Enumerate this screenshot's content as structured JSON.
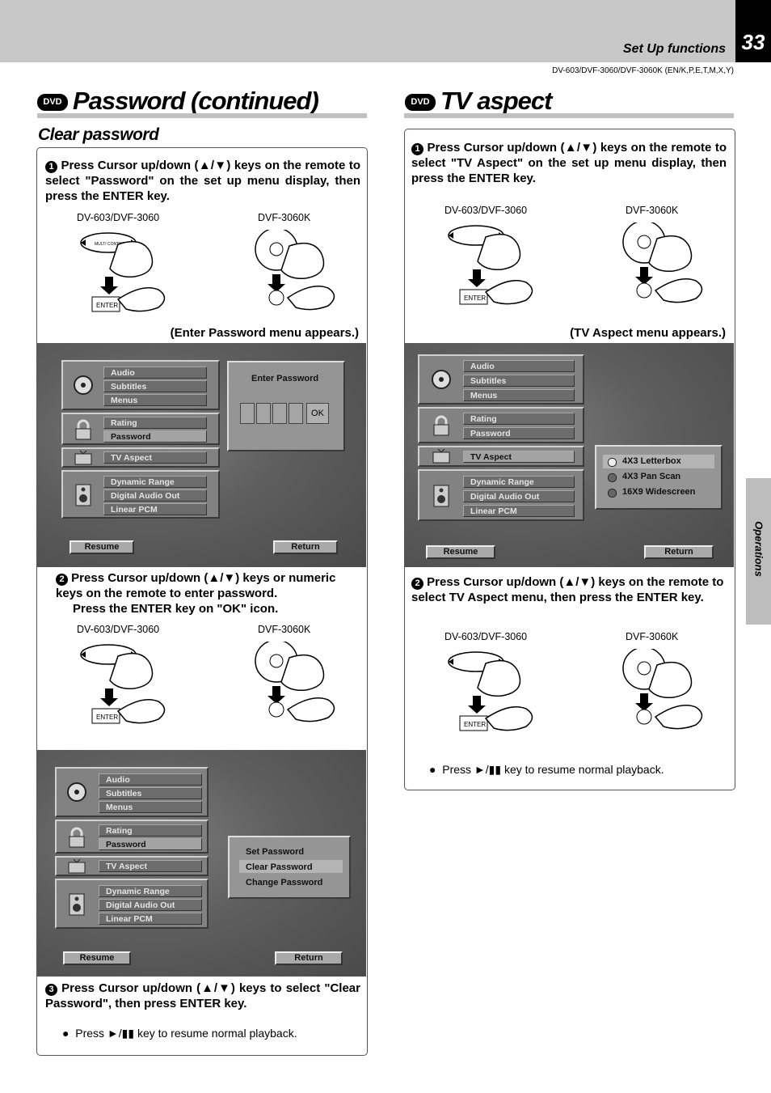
{
  "header": {
    "page_number": "33",
    "section_title": "Set Up functions",
    "models": "DV-603/DVF-3060/DVF-3060K (EN/K,P,E,T,M,X,Y)"
  },
  "sidebar": {
    "label": "Operations"
  },
  "badge": "DVD",
  "left": {
    "title": "Password (continued)",
    "subtitle": "Clear password",
    "step1": {
      "num": "1",
      "text": "Press Cursor up/down (▲/▼) keys on the remote to select \"Password\" on the set up menu display, then press the ENTER key."
    },
    "step1_models": [
      "DV-603/DVF-3060",
      "DVF-3060K"
    ],
    "step1_note": "(Enter Password menu appears.)",
    "step2": {
      "num": "2",
      "line1": "Press Cursor up/down (▲/▼) keys or numeric keys on the remote to enter password.",
      "line2": "Press the ENTER key on \"OK\" icon."
    },
    "step2_models": [
      "DV-603/DVF-3060",
      "DVF-3060K"
    ],
    "step3": {
      "num": "3",
      "text": "Press Cursor up/down (▲/▼) keys to select \"Clear Password\", then press ENTER key."
    },
    "bullet": "Press ►/▮▮ key to resume normal playback."
  },
  "right": {
    "title": "TV aspect",
    "step1": {
      "num": "1",
      "text": "Press Cursor up/down (▲/▼) keys on the remote to select \"TV Aspect\" on the set up menu display, then press the ENTER key."
    },
    "step1_models": [
      "DV-603/DVF-3060",
      "DVF-3060K"
    ],
    "step1_note": "(TV Aspect menu appears.)",
    "step2": {
      "num": "2",
      "text": "Press Cursor up/down (▲/▼) keys on the remote to select TV Aspect menu, then press the ENTER key."
    },
    "step2_models": [
      "DV-603/DVF-3060",
      "DVF-3060K"
    ],
    "bullet": "Press ►/▮▮ key to resume normal playback."
  },
  "menu": {
    "audio": "Audio",
    "subtitles": "Subtitles",
    "menus": "Menus",
    "rating": "Rating",
    "password": "Password",
    "tv_aspect": "TV Aspect",
    "dynamic_range": "Dynamic Range",
    "digital_audio_out": "Digital Audio Out",
    "linear_pcm": "Linear PCM",
    "resume": "Resume",
    "return": "Return"
  },
  "enter_password": {
    "title": "Enter Password",
    "ok": "OK"
  },
  "password_options": [
    "Set Password",
    "Clear Password",
    "Change Password"
  ],
  "tv_options": [
    "4X3 Letterbox",
    "4X3 Pan Scan",
    "16X9 Widescreen"
  ],
  "remote": {
    "enter_label": "ENTER",
    "multi_control": "MULTI CONTROL"
  }
}
